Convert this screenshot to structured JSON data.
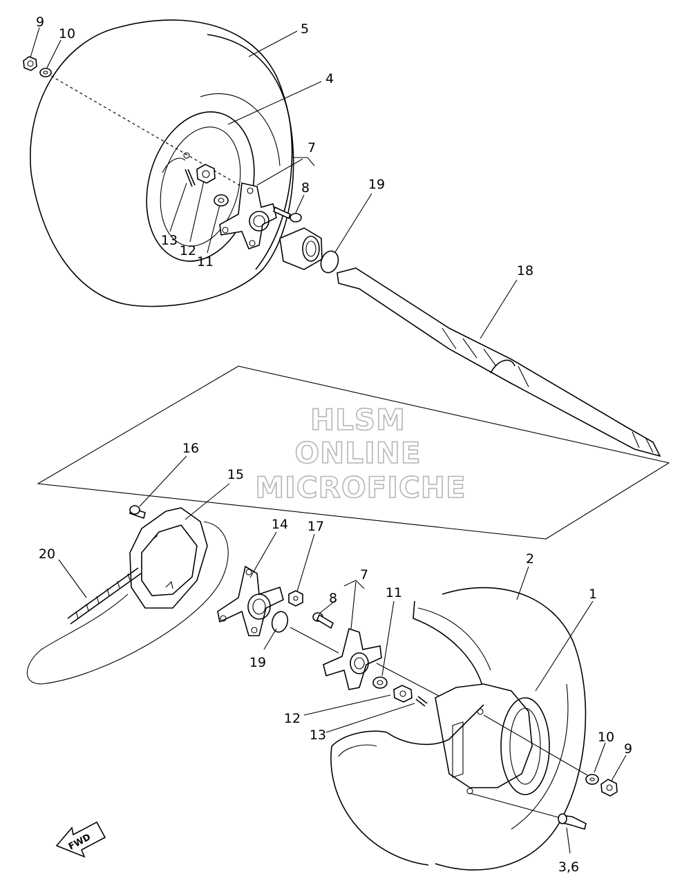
{
  "watermark": {
    "line1": "HLSM",
    "line2": "ONLINE",
    "line3": "MICROFICHE"
  },
  "direction_badge": "FWD",
  "callouts": {
    "c9_top": "9",
    "c10_top": "10",
    "c5": "5",
    "c4": "4",
    "c7_top": "7",
    "c8_top": "8",
    "c19_top": "19",
    "c13_top": "13",
    "c12_top": "12",
    "c11_top": "11",
    "c18": "18",
    "c16": "16",
    "c15": "15",
    "c20": "20",
    "c14": "14",
    "c17": "17",
    "c7_bottom": "7",
    "c8_bottom": "8",
    "c11_bottom": "11",
    "c2": "2",
    "c1": "1",
    "c19_bottom": "19",
    "c12_bottom": "12",
    "c13_bottom": "13",
    "c10_bottom": "10",
    "c9_bottom": "9",
    "c3_6": "3,6"
  }
}
